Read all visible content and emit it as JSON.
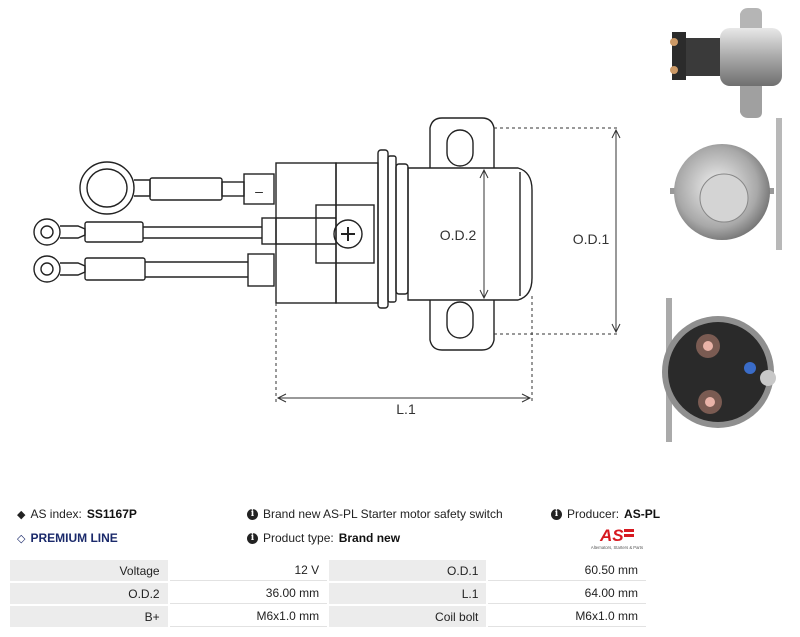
{
  "drawing": {
    "labels": {
      "od1": "O.D.1",
      "od2": "O.D.2",
      "l1": "L.1",
      "minus": "–"
    }
  },
  "info": {
    "as_index_label": "AS index:",
    "as_index_value": "SS1167P",
    "premium_line": "PREMIUM LINE",
    "description": "Brand new AS-PL Starter motor safety switch",
    "product_type_label": "Product type:",
    "product_type_value": "Brand new",
    "producer_label": "Producer:",
    "producer_value": "AS-PL",
    "logo_text": "AS",
    "logo_tagline": "Alternators, Starters & Parts"
  },
  "specs": [
    {
      "k1": "Voltage",
      "v1": "12 V",
      "k2": "O.D.1",
      "v2": "60.50 mm"
    },
    {
      "k1": "O.D.2",
      "v1": "36.00 mm",
      "k2": "L.1",
      "v2": "64.00 mm"
    },
    {
      "k1": "B+",
      "v1": "M6x1.0 mm",
      "k2": "Coil bolt",
      "v2": "M6x1.0 mm"
    }
  ],
  "colors": {
    "premium": "#1b2a6b",
    "logo_red": "#d71920",
    "dim_line": "#333333"
  }
}
